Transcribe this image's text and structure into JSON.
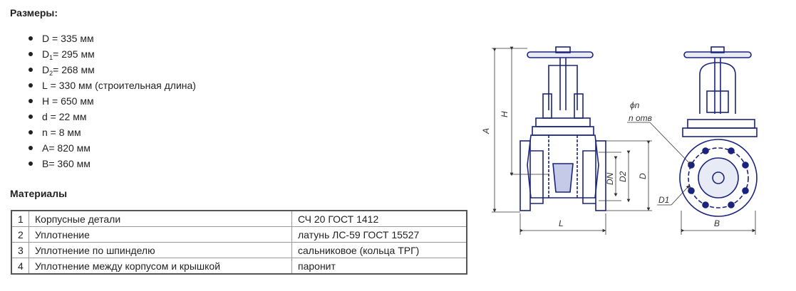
{
  "sizes_title": "Размеры:",
  "dimensions": [
    {
      "name": "D",
      "sub": "",
      "value": " = 335 мм"
    },
    {
      "name": "D",
      "sub": "1",
      "value": "= 295 мм"
    },
    {
      "name": "D",
      "sub": "2",
      "value": "= 268 мм"
    },
    {
      "name": "L",
      "sub": "",
      "value": " = 330 мм (строительная длина)"
    },
    {
      "name": "H",
      "sub": "",
      "value": " = 650 мм"
    },
    {
      "name": "d",
      "sub": "",
      "value": " = 22 мм"
    },
    {
      "name": "n",
      "sub": "",
      "value": " = 8 мм"
    },
    {
      "name": "A",
      "sub": "",
      "value": "= 820 мм"
    },
    {
      "name": "B",
      "sub": "",
      "value": "= 360 мм"
    }
  ],
  "materials_title": "Материалы",
  "materials": [
    {
      "num": "1",
      "part": "Корпусные детали",
      "material": "СЧ 20 ГОСТ 1412"
    },
    {
      "num": "2",
      "part": "Уплотнение",
      "material": "латунь ЛС-59 ГОСТ 15527"
    },
    {
      "num": "3",
      "part": "Уплотнение по шпинделю",
      "material": "сальниковое (кольца ТРГ)"
    },
    {
      "num": "4",
      "part": "Уплотнение между корпусом и крышкой",
      "material": "паронит"
    }
  ],
  "drawing_labels": {
    "a": "A",
    "h": "H",
    "l": "L",
    "dn": "DN",
    "d2": "D2",
    "d": "D",
    "phi_n": "ϕn",
    "n_otv": "n отв",
    "d1": "D1",
    "b": "B"
  }
}
